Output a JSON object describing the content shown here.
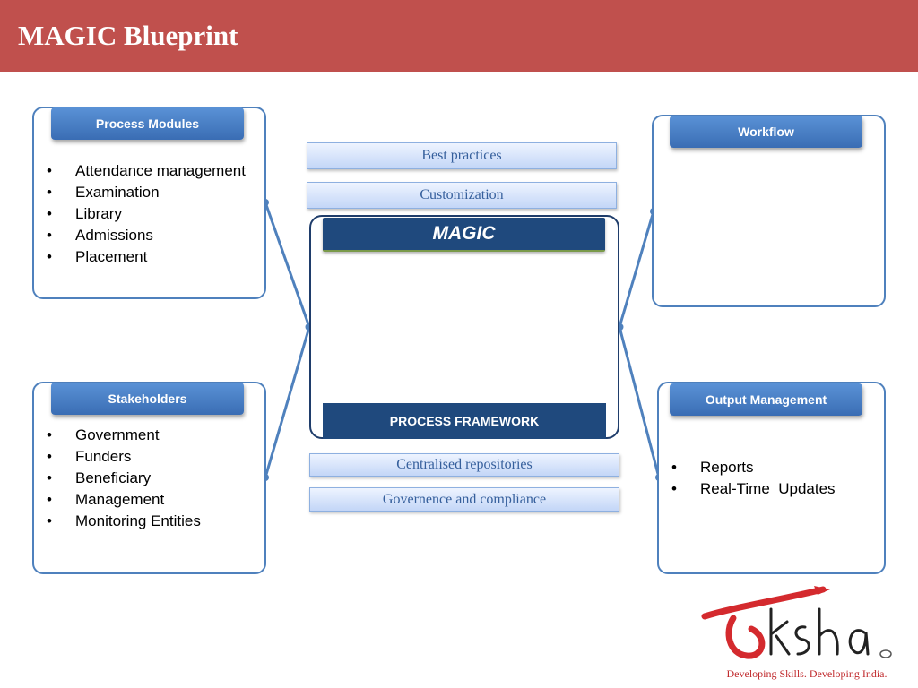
{
  "title": "MAGIC Blueprint",
  "colors": {
    "title_bar": "#c0504d",
    "panel_border": "#4f81bd",
    "header_blue": "#3a6db4",
    "magic_navy": "#1f497d",
    "logo_red": "#c0292c"
  },
  "panels": {
    "process_modules": {
      "header": "Process Modules",
      "items": [
        "Attendance management",
        "Examination",
        "Library",
        "Admissions",
        "Placement"
      ]
    },
    "stakeholders": {
      "header": "Stakeholders",
      "items": [
        "Government",
        "Funders",
        "Beneficiary",
        "Management",
        "Monitoring Entities"
      ]
    },
    "workflow": {
      "header": "Workflow",
      "items": []
    },
    "output_management": {
      "header": "Output Management",
      "items": [
        "Reports",
        "Real-Time  Updates"
      ]
    }
  },
  "center": {
    "top_strips": [
      "Best practices",
      "Customization"
    ],
    "magic_label": "MAGIC",
    "framework_label": "PROCESS FRAMEWORK",
    "bottom_strips": [
      "Centralised repositories",
      "Governence and compliance"
    ]
  },
  "logo": {
    "wordmark": "ksha",
    "tagline": "Developing Skills. Developing India."
  }
}
